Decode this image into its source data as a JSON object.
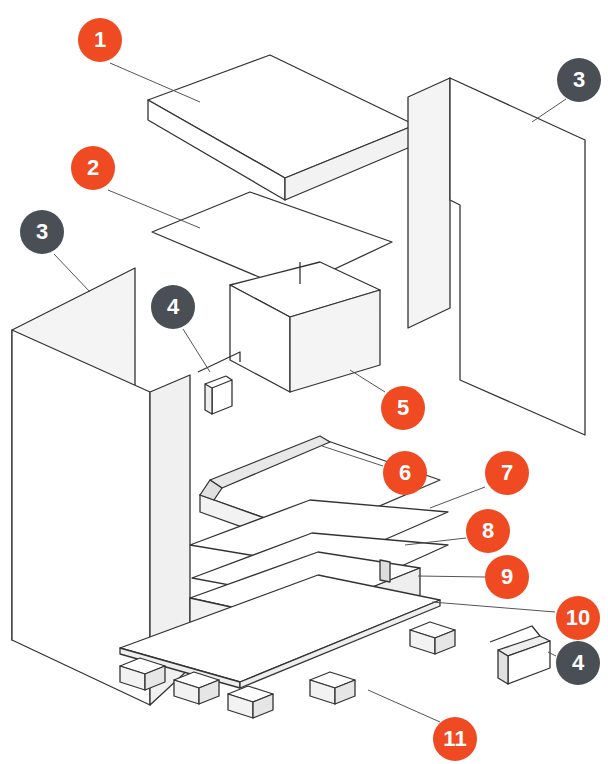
{
  "diagram": {
    "nodes": [
      {
        "text": [
          "1"
        ]
      },
      {
        "text": [
          "3"
        ]
      },
      {
        "text": [
          "2"
        ]
      },
      {
        "text": [
          "3"
        ]
      },
      {
        "text": [
          "4"
        ]
      },
      {
        "text": [
          "5"
        ]
      },
      {
        "text": [
          "6"
        ]
      },
      {
        "text": [
          "7"
        ]
      },
      {
        "text": [
          "8"
        ]
      },
      {
        "text": [
          "9"
        ]
      },
      {
        "text": [
          "10"
        ]
      },
      {
        "text": [
          "4"
        ]
      },
      {
        "text": [
          "11"
        ]
      }
    ]
  }
}
